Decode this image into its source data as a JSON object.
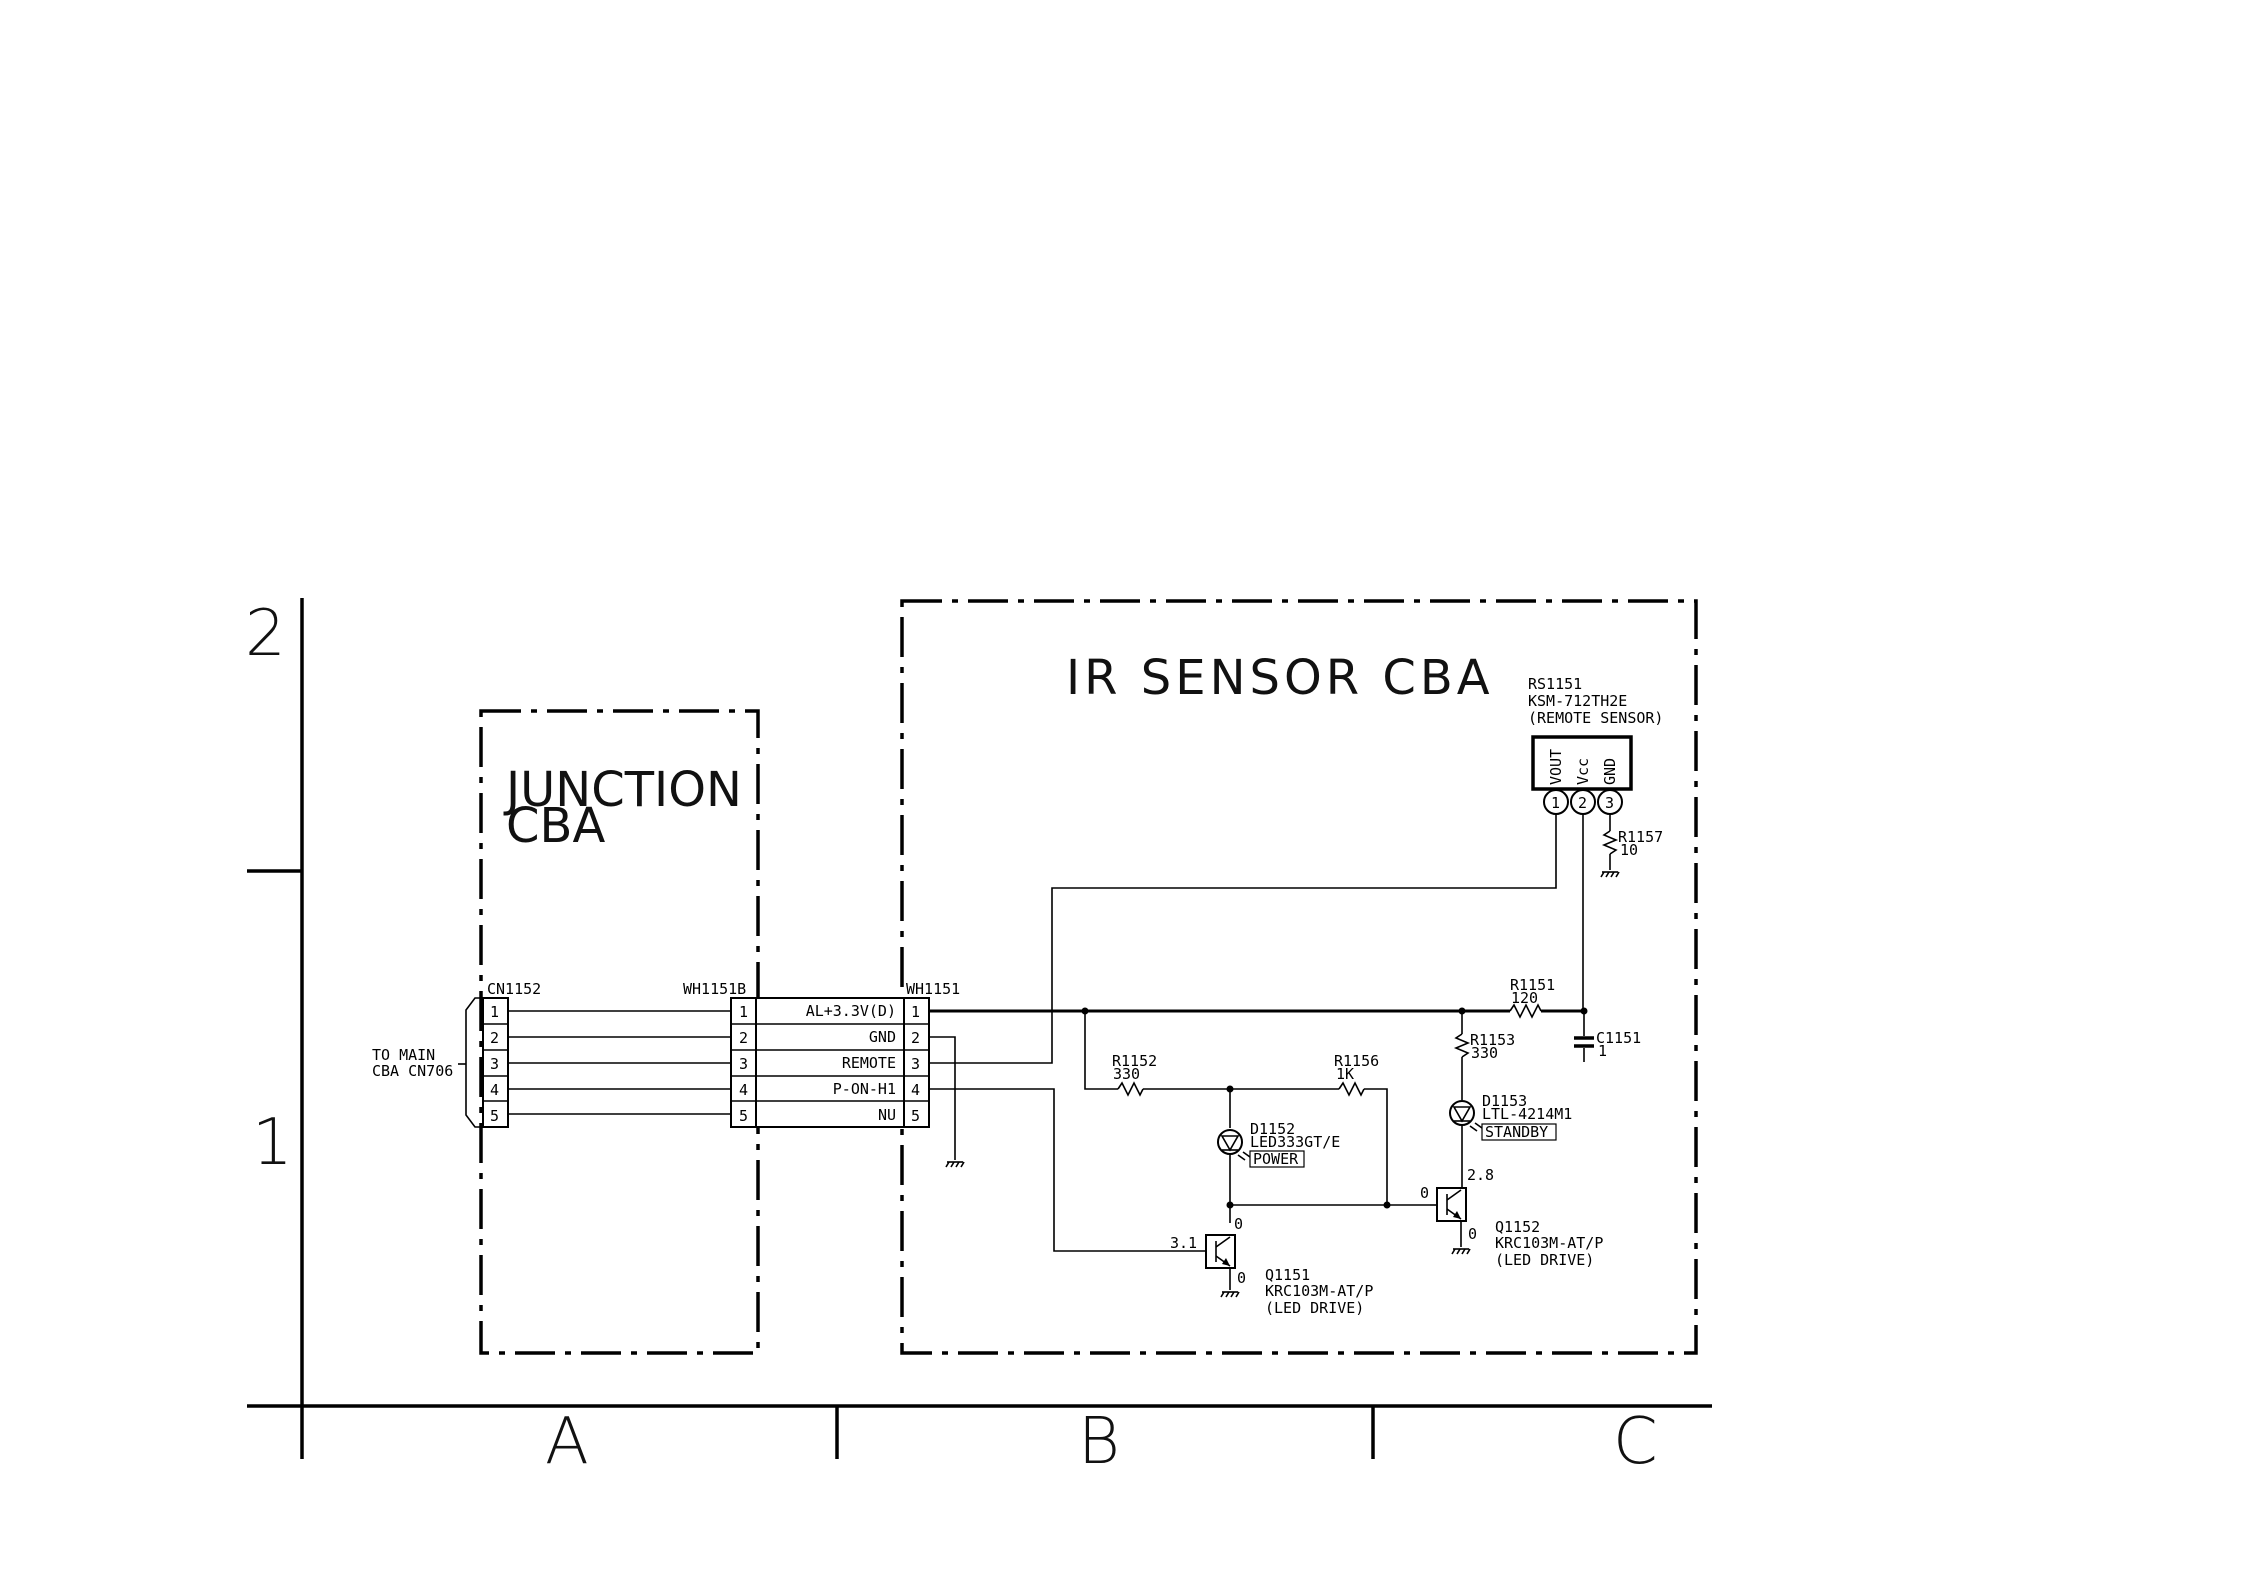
{
  "grid": {
    "rows": [
      "2",
      "1"
    ],
    "columns": [
      "A",
      "B",
      "C"
    ]
  },
  "blocks": {
    "junction": {
      "title_line1": "JUNCTION",
      "title_line2": "CBA"
    },
    "ir_sensor": {
      "title": "IR SENSOR CBA"
    }
  },
  "connectors": {
    "cn1152": {
      "ref": "CN1152",
      "pins": [
        "1",
        "2",
        "3",
        "4",
        "5"
      ]
    },
    "wh1151b": {
      "ref": "WH1151B",
      "pins": [
        "1",
        "2",
        "3",
        "4",
        "5"
      ]
    },
    "wh1151": {
      "ref": "WH1151",
      "pins": [
        "1",
        "2",
        "3",
        "4",
        "5"
      ]
    },
    "signals": [
      "AL+3.3V(D)",
      "GND",
      "REMOTE",
      "P-ON-H1",
      "NU"
    ],
    "to_main_line1": "TO MAIN",
    "to_main_line2": "CBA CN706"
  },
  "components": {
    "rs1151": {
      "ref": "RS1151",
      "part": "KSM-712TH2E",
      "desc": "(REMOTE SENSOR)",
      "pin_names": [
        "VOUT",
        "Vcc",
        "GND"
      ],
      "pin_numbers": [
        "1",
        "2",
        "3"
      ]
    },
    "r1157": {
      "ref": "R1157",
      "value": "10"
    },
    "r1151": {
      "ref": "R1151",
      "value": "120"
    },
    "c1151": {
      "ref": "C1151",
      "value": "1"
    },
    "r1152": {
      "ref": "R1152",
      "value": "330"
    },
    "r1156": {
      "ref": "R1156",
      "value": "1K"
    },
    "r1153": {
      "ref": "R1153",
      "value": "330"
    },
    "d1152": {
      "ref": "D1152",
      "part": "LED333GT/E",
      "label": "POWER"
    },
    "d1153": {
      "ref": "D1153",
      "part": "LTL-4214M1",
      "label": "STANDBY"
    },
    "q1151": {
      "ref": "Q1151",
      "part": "KRC103M-AT/P",
      "desc": "(LED DRIVE)"
    },
    "q1152": {
      "ref": "Q1152",
      "part": "KRC103M-AT/P",
      "desc": "(LED DRIVE)"
    }
  },
  "voltages": {
    "q1151_base": "3.1",
    "q1151_collector": "0",
    "q1151_emitter": "0",
    "q1152_base": "0",
    "q1152_collector": "2.8",
    "q1152_emitter": "0"
  }
}
